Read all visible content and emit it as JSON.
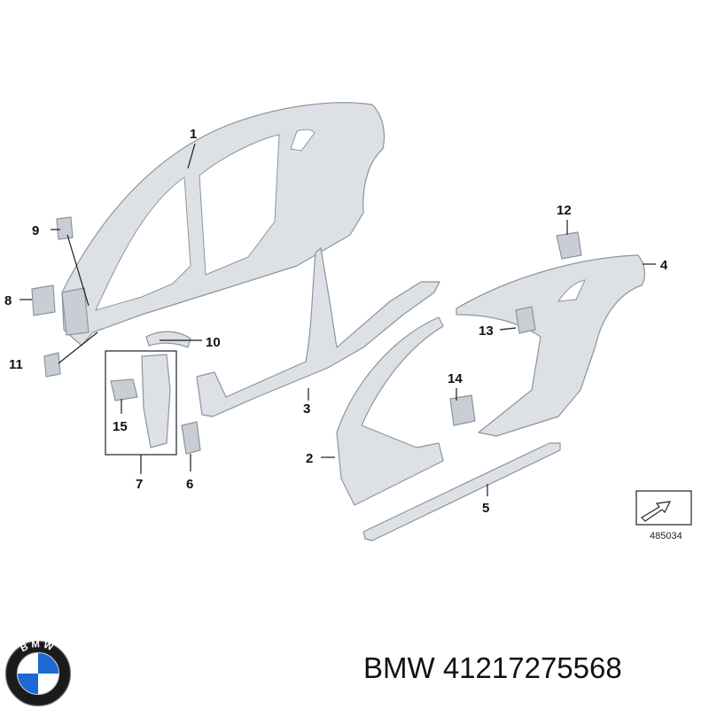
{
  "diagram": {
    "callouts": [
      "1",
      "2",
      "3",
      "4",
      "5",
      "6",
      "7",
      "8",
      "9",
      "10",
      "11",
      "12",
      "13",
      "14",
      "15"
    ],
    "ref_code": "485034"
  },
  "logo": {
    "lettering": "BMW",
    "icon": "bmw-roundel-icon",
    "colors": {
      "ring": "#1b1b1b",
      "blue": "#1c69d4",
      "white": "#ffffff"
    }
  },
  "caption": {
    "brand": "BMW",
    "part_number": "41217275568"
  }
}
